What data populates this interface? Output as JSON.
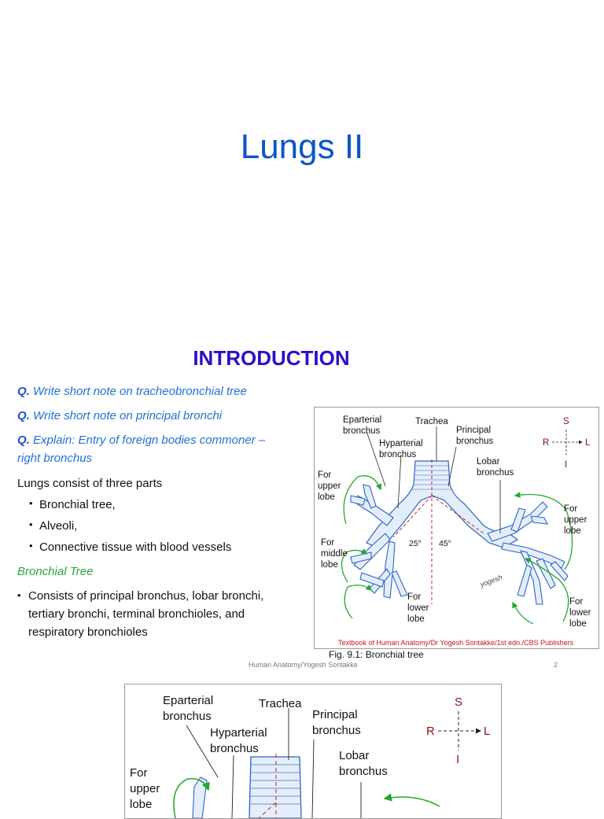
{
  "slide": {
    "title": "Lungs II",
    "heading": "INTRODUCTION",
    "questions": [
      {
        "prefix": "Q.",
        "text": "Write short note on tracheobronchial tree"
      },
      {
        "prefix": "Q.",
        "text": "Write short note on principal bronchi"
      },
      {
        "prefix": "Q.",
        "text": "Explain: Entry of foreign bodies commoner –",
        "text2": "right bronchus"
      }
    ],
    "parts_intro": "Lungs consist of three parts",
    "parts": [
      "Bronchial tree,",
      "Alveoli,",
      "Connective tissue with blood vessels"
    ],
    "bronchial_tree_heading": "Bronchial Tree",
    "bronchial_tree_text": [
      "Consists of principal bronchus, lobar bronchi,",
      "tertiary bronchi, terminal bronchioles, and",
      "respiratory bronchioles"
    ],
    "footer_left": "Human Anatomy/Yogesh Sontakke",
    "footer_right": "2"
  },
  "figure": {
    "labels": {
      "eparterial": [
        "Eparterial",
        "bronchus"
      ],
      "trachea": "Trachea",
      "principal": [
        "Principal",
        "bronchus"
      ],
      "hyparterial": [
        "Hyparterial",
        "bronchus"
      ],
      "lobar": [
        "Lobar",
        "bronchus"
      ],
      "r_upper": [
        "For",
        "upper",
        "lobe"
      ],
      "r_middle": [
        "For",
        "middle",
        "lobe"
      ],
      "r_lower": [
        "For",
        "lower",
        "lobe"
      ],
      "l_upper": [
        "For",
        "upper",
        "lobe"
      ],
      "l_lower": [
        "For",
        "lower",
        "lobe"
      ],
      "angle_right": "25°",
      "angle_left": "45°",
      "compass_s": "S",
      "compass_i": "I",
      "compass_r": "R",
      "compass_l": "L",
      "signature": "yogesh",
      "source": "Textbook of Human Anatomy/Dr Yogesh Sontakke/1st edn./CBS Publishers"
    },
    "caption": "Fig. 9.1: Bronchial tree",
    "colors": {
      "tree_fill": "#e4eefb",
      "tree_line": "#2b63c9",
      "arrow": "#22a82a",
      "dash": "#cc2222",
      "source_text": "#cc1111"
    }
  }
}
